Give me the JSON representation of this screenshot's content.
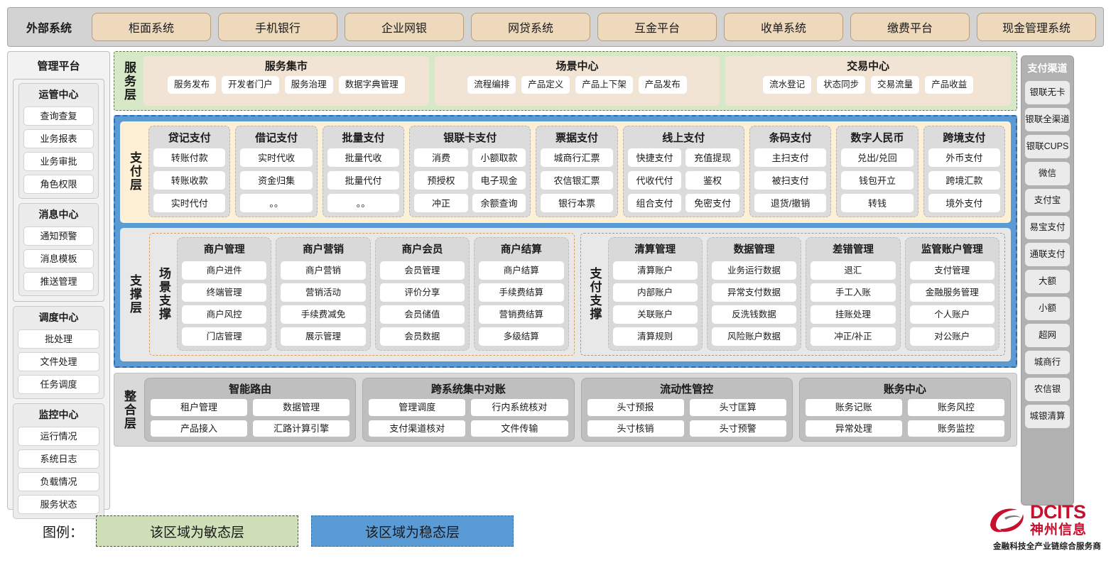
{
  "external": {
    "title": "外部系统",
    "items": [
      "柜面系统",
      "手机银行",
      "企业网银",
      "网贷系统",
      "互金平台",
      "收单系统",
      "缴费平台",
      "现金管理系统"
    ]
  },
  "management_platform": {
    "title": "管理平台",
    "groups": [
      {
        "title": "运管中心",
        "items": [
          "查询查复",
          "业务报表",
          "业务审批",
          "角色权限"
        ]
      },
      {
        "title": "消息中心",
        "items": [
          "通知预警",
          "消息模板",
          "推送管理"
        ]
      },
      {
        "title": "调度中心",
        "items": [
          "批处理",
          "文件处理",
          "任务调度"
        ]
      },
      {
        "title": "监控中心",
        "items": [
          "运行情况",
          "系统日志",
          "负载情况",
          "服务状态"
        ]
      }
    ]
  },
  "payment_channels": {
    "title": "支付渠道",
    "items": [
      "银联无卡",
      "银联全渠道",
      "银联CUPS",
      "微信",
      "支付宝",
      "易宝支付",
      "通联支付",
      "大额",
      "小额",
      "超网",
      "城商行",
      "农信银",
      "城银清算"
    ]
  },
  "service_layer": {
    "label": "服务层",
    "cards": [
      {
        "title": "服务集市",
        "items": [
          "服务发布",
          "开发者门户",
          "服务治理",
          "数据字典管理"
        ]
      },
      {
        "title": "场景中心",
        "items": [
          "流程编排",
          "产品定义",
          "产品上下架",
          "产品发布"
        ]
      },
      {
        "title": "交易中心",
        "items": [
          "流水登记",
          "状态同步",
          "交易流量",
          "产品收益"
        ]
      }
    ]
  },
  "payment_layer": {
    "label": "支付层",
    "groups": [
      {
        "title": "贷记支付",
        "columns": [
          [
            "转账付款",
            "转账收款",
            "实时代付"
          ]
        ]
      },
      {
        "title": "借记支付",
        "columns": [
          [
            "实时代收",
            "资金归集",
            "。。"
          ]
        ]
      },
      {
        "title": "批量支付",
        "columns": [
          [
            "批量代收",
            "批量代付",
            "。。"
          ]
        ]
      },
      {
        "title": "银联卡支付",
        "columns": [
          [
            "消费",
            "预授权",
            "冲正"
          ],
          [
            "小额取款",
            "电子现金",
            "余额查询"
          ]
        ]
      },
      {
        "title": "票据支付",
        "columns": [
          [
            "城商行汇票",
            "农信银汇票",
            "银行本票"
          ]
        ]
      },
      {
        "title": "线上支付",
        "columns": [
          [
            "快捷支付",
            "代收代付",
            "组合支付"
          ],
          [
            "充值提现",
            "鉴权",
            "免密支付"
          ]
        ]
      },
      {
        "title": "条码支付",
        "columns": [
          [
            "主扫支付",
            "被扫支付",
            "退货/撤销"
          ]
        ]
      },
      {
        "title": "数字人民币",
        "columns": [
          [
            "兑出/兑回",
            "钱包开立",
            "转钱"
          ]
        ]
      },
      {
        "title": "跨境支付",
        "columns": [
          [
            "外币支付",
            "跨境汇款",
            "境外支付"
          ]
        ]
      }
    ]
  },
  "support_layer": {
    "label": "支撑层",
    "panels": [
      {
        "label": "场景支撑",
        "kind": "agile",
        "groups": [
          {
            "title": "商户管理",
            "items": [
              "商户进件",
              "终端管理",
              "商户风控",
              "门店管理"
            ]
          },
          {
            "title": "商户营销",
            "items": [
              "商户营销",
              "营销活动",
              "手续费减免",
              "展示管理"
            ]
          },
          {
            "title": "商户会员",
            "items": [
              "会员管理",
              "评价分享",
              "会员储值",
              "会员数据"
            ]
          },
          {
            "title": "商户结算",
            "items": [
              "商户结算",
              "手续费结算",
              "营销费结算",
              "多级结算"
            ]
          }
        ]
      },
      {
        "label": "支付支撑",
        "kind": "stable",
        "groups": [
          {
            "title": "清算管理",
            "items": [
              "清算账户",
              "内部账户",
              "关联账户",
              "清算规则"
            ]
          },
          {
            "title": "数据管理",
            "items": [
              "业务运行数据",
              "异常支付数据",
              "反洗钱数据",
              "风险账户数据"
            ]
          },
          {
            "title": "差错管理",
            "items": [
              "退汇",
              "手工入账",
              "挂账处理",
              "冲正/补正"
            ]
          },
          {
            "title": "监管账户管理",
            "items": [
              "支付管理",
              "金融服务管理",
              "个人账户",
              "对公账户"
            ]
          }
        ]
      }
    ]
  },
  "integration_layer": {
    "label": "整合层",
    "groups": [
      {
        "title": "智能路由",
        "rows": [
          [
            "租户管理",
            "数据管理"
          ],
          [
            "产品接入",
            "汇路计算引擎"
          ]
        ]
      },
      {
        "title": "跨系统集中对账",
        "rows": [
          [
            "管理调度",
            "行内系统核对"
          ],
          [
            "支付渠道核对",
            "文件传输"
          ]
        ]
      },
      {
        "title": "流动性管控",
        "rows": [
          [
            "头寸预报",
            "头寸匡算"
          ],
          [
            "头寸核销",
            "头寸预警"
          ]
        ]
      },
      {
        "title": "账务中心",
        "rows": [
          [
            "账务记账",
            "账务风控"
          ],
          [
            "异常处理",
            "账务监控"
          ]
        ]
      }
    ]
  },
  "legend": {
    "label": "图例：",
    "agile": "该区域为敏态层",
    "stable": "该区域为稳态层",
    "agile_color": "#cfe0b8",
    "stable_color": "#5b9bd5"
  },
  "logo": {
    "brand_en": "DCITS",
    "brand_cn": "神州信息",
    "tagline": "金融科技全产业链综合服务商",
    "color": "#c8102e"
  }
}
